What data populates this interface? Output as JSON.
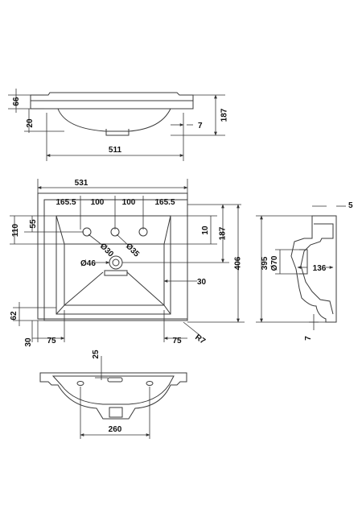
{
  "top_view": {
    "dim_height_left": "66",
    "dim_depth_left": "20",
    "dim_right_total": "187",
    "dim_right_small": "7",
    "dim_width": "511"
  },
  "plan_view": {
    "dim_overall_width": "531",
    "dim_165_left": "165.5",
    "dim_100_left": "100",
    "dim_100_right": "100",
    "dim_165_right": "165.5",
    "dim_rim_right": "5",
    "dim_110": "110",
    "dim_55": "55",
    "dim_10": "10",
    "dim_187": "187",
    "dim_406": "406",
    "dim_395": "395",
    "dim_hole_30": "Ø30",
    "dim_hole_35": "Ø35",
    "dim_waste_46": "Ø46",
    "dim_30_right": "30",
    "dim_62": "62",
    "dim_30_left": "30",
    "dim_75_left": "75",
    "dim_75_right": "75",
    "dim_radius": "R7",
    "dim_overflow_70": "Ø70",
    "dim_136": "136",
    "dim_7_bottom": "7"
  },
  "underside_view": {
    "dim_25": "25",
    "dim_260": "260"
  }
}
